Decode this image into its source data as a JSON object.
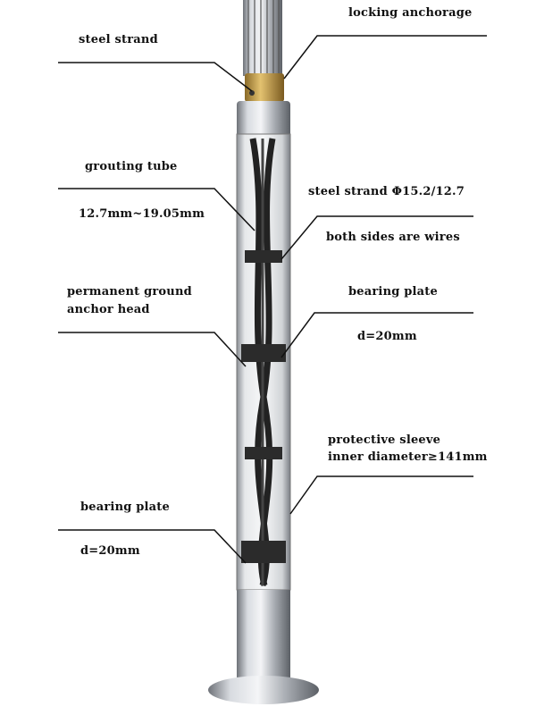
{
  "labels": {
    "steel_strand": "steel strand",
    "locking_anchorage": "locking anchorage",
    "grouting_tube": "grouting tube",
    "grouting_tube_size": "12.7mm~19.05mm",
    "steel_strand_spec": "steel strand Φ15.2/12.7",
    "both_sides_wires": "both sides are wires",
    "anchor_head_line1": "permanent ground",
    "anchor_head_line2": "anchor head",
    "bearing_plate_right": "bearing plate",
    "bearing_plate_right_d": "d=20mm",
    "sleeve_line1": "protective sleeve",
    "sleeve_line2": "inner diameter≥141mm",
    "bearing_plate_left": "bearing plate",
    "bearing_plate_left_d": "d=20mm"
  },
  "colors": {
    "metal": "#b8bcc2",
    "brass": "#c9a24a",
    "line": "#111111"
  }
}
